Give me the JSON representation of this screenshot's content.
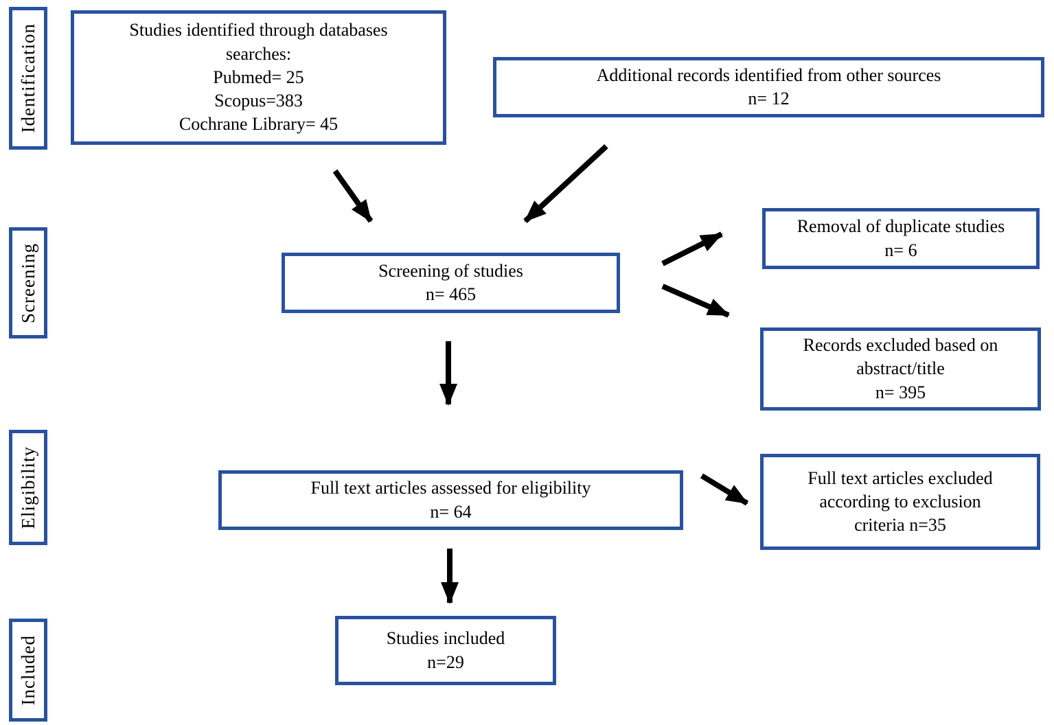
{
  "colors": {
    "box_border": "#29519e",
    "arrow": "#000000",
    "background": "#ffffff",
    "text": "#000000"
  },
  "stages": {
    "identification": "Identification",
    "screening": "Screening",
    "eligibility": "Eligibility",
    "included": "Included"
  },
  "boxes": {
    "identified": {
      "lines": [
        "Studies identified through databases",
        "searches:",
        "Pubmed= 25",
        "Scopus=383",
        "Cochrane Library= 45"
      ]
    },
    "additional": {
      "lines": [
        "Additional records identified from other sources",
        "n= 12"
      ]
    },
    "screening": {
      "lines": [
        "Screening of studies",
        "n= 465"
      ]
    },
    "duplicates": {
      "lines": [
        "Removal of duplicate studies",
        "n= 6"
      ]
    },
    "abstract_excluded": {
      "lines": [
        "Records excluded based on",
        "abstract/title",
        "n= 395"
      ]
    },
    "fulltext_assessed": {
      "lines": [
        "Full text articles assessed for eligibility",
        "n= 64"
      ]
    },
    "fulltext_excluded": {
      "lines": [
        "Full text articles excluded",
        "according to exclusion",
        "criteria n=35"
      ]
    },
    "included": {
      "lines": [
        "Studies included",
        "n=29"
      ]
    }
  },
  "edges": [
    {
      "from": "identified",
      "to": "screening"
    },
    {
      "from": "additional",
      "to": "screening"
    },
    {
      "from": "screening",
      "to": "duplicates"
    },
    {
      "from": "screening",
      "to": "abstract_excluded"
    },
    {
      "from": "screening",
      "to": "fulltext_assessed"
    },
    {
      "from": "fulltext_assessed",
      "to": "fulltext_excluded"
    },
    {
      "from": "fulltext_assessed",
      "to": "included"
    }
  ]
}
